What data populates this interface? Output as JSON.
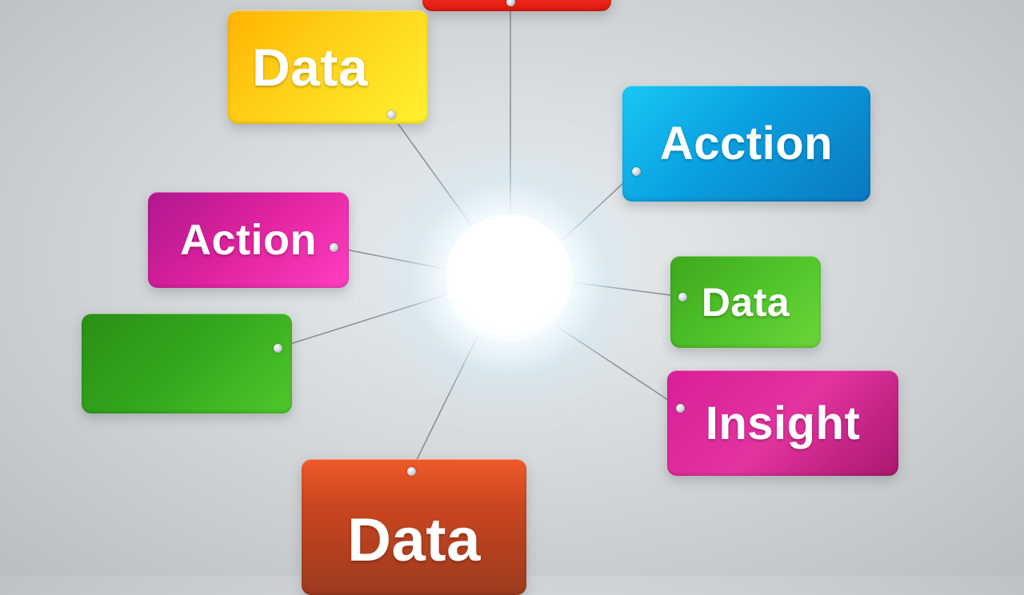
{
  "diagram": {
    "hub": "",
    "nodes": [
      {
        "id": "top-red",
        "label": "",
        "color": "#e8221a"
      },
      {
        "id": "data-yellow",
        "label": "Data",
        "color": "#ffd21a"
      },
      {
        "id": "action-blue",
        "label": "Acction",
        "color": "#0a9fe0"
      },
      {
        "id": "action-magenta",
        "label": "Action",
        "color": "#e0239f"
      },
      {
        "id": "blank-green",
        "label": "",
        "color": "#34a81e"
      },
      {
        "id": "data-green",
        "label": "Data",
        "color": "#4fc22a"
      },
      {
        "id": "insight-pink",
        "label": "Insight",
        "color": "#e3339f"
      },
      {
        "id": "data-brown",
        "label": "Data",
        "color": "#c9461f"
      }
    ]
  }
}
